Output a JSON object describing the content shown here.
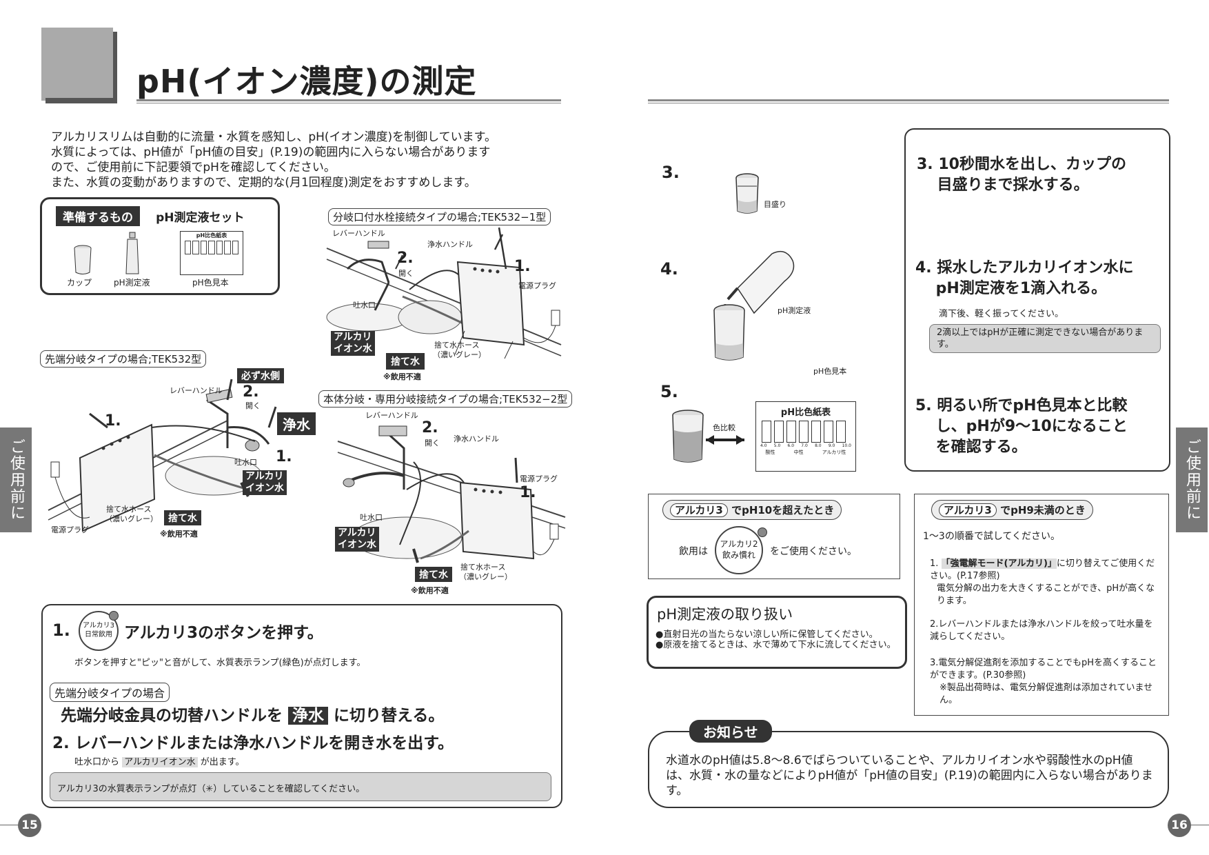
{
  "title": "pH(イオン濃度)の測定",
  "intro": [
    "アルカリスリムは自動的に流量・水質を感知し、pH(イオン濃度)を制御しています。",
    "水質によっては、pH値が「pH値の目安」(P.19)の範囲内に入らない場合があります",
    "ので、ご使用前に下記要領でpHを確認してください。",
    "また、水質の変動がありますので、定期的な(月1回程度)測定をおすすめします。"
  ],
  "prep": {
    "label": "準備するもの",
    "set_name": "pH測定液セット",
    "items": [
      "カップ",
      "pH測定液",
      "pH色見本"
    ],
    "chart_caption": "pH比色紙表"
  },
  "types": {
    "tek532_1": "分岐口付水栓接続タイプの場合;TEK532−1型",
    "tek532": "先端分岐タイプの場合;TEK532型",
    "tek532_2": "本体分岐・専用分岐接続タイプの場合;TEK532−2型"
  },
  "diagram_labels": {
    "lever": "レバーハンドル",
    "purify_handle": "浄水ハンドル",
    "outlet": "吐水口",
    "power_plug": "電源プラグ",
    "drain_hose_1": "捨て水ホース",
    "drain_hose_2": "（濃いグレー）",
    "alkali": "アルカリ",
    "ion_water": "イオン水",
    "waste": "捨て水",
    "not_drinkable": "※飲用不適",
    "must_water": "必ず水側",
    "purify": "浄水",
    "open": "開く",
    "n1": "1.",
    "n2": "2."
  },
  "step1": {
    "num": "1.",
    "btn_top": "アルカリ3",
    "btn_bottom": "日常飲用",
    "title": "アルカリ3のボタンを押す。",
    "desc": "ボタンを押すと\"ピッ\"と音がして、水質表示ランプ(緑色)が点灯します。"
  },
  "tip_type": "先端分岐タイプの場合",
  "tip_text_1": "先端分岐金具の切替ハンドルを",
  "tip_highlight": "浄水",
  "tip_text_2": "に切り替える。",
  "step2": {
    "title": "2. レバーハンドルまたは浄水ハンドルを開き水を出す。",
    "desc_1": "吐水口から",
    "desc_hl": "アルカリイオン水",
    "desc_2": "が出ます。",
    "note": "アルカリ3の水質表示ランプが点灯（✳）していることを確認してください。"
  },
  "right_steps": {
    "n3": "3.",
    "n4": "4.",
    "n5": "5.",
    "mark": "目盛り",
    "reagent": "pH測定液",
    "color_sample": "pH色見本",
    "compare": "色比較",
    "chart_title": "pH比色紙表",
    "chart_scale": [
      "4.0",
      "5.0",
      "6.0",
      "7.0",
      "8.0",
      "9.0",
      "10.0"
    ],
    "chart_acid": "酸性",
    "chart_neutral": "中性",
    "chart_alkali": "アルカリ性"
  },
  "box_steps": {
    "s3": "3. 10秒間水を出し、カップの\n　 目盛りまで採水する。",
    "s4": "4. 採水したアルカリイオン水に\n　 pH測定液を1滴入れる。",
    "s4_desc": "滴下後、軽く振ってください。",
    "s4_note": "2滴以上ではpHが正確に測定できない場合があります。",
    "s5": "5. 明るい所でpH色見本と比較\n　 し、pHが9〜10になること\n　 を確認する。"
  },
  "over10": {
    "pill": "アルカリ3",
    "title": "でpH10を超えたとき",
    "text_1": "飲用は",
    "btn_top": "アルカリ2",
    "btn_bottom": "飲み慣れ",
    "text_2": "をご使用ください。"
  },
  "under9": {
    "pill": "アルカリ3",
    "title": "でpH9未満のとき",
    "lead": "1〜3の順番で試してください。",
    "i1_bold": "「強電解モード(アルカリ)」",
    "i1_rest": "に切り替えてご使用ください。(P.17参照)",
    "i1_sub": "電気分解の出力を大きくすることができ、pHが高くなります。",
    "i2": "2.レバーハンドルまたは浄水ハンドルを絞って吐水量を減らしてください。",
    "i3": "3.電気分解促進剤を添加することでもpHを高くすることができます。(P.30参照)",
    "i3_note": "※製品出荷時は、電気分解促進剤は添加されていません。",
    "i1_num": "1."
  },
  "handling": {
    "title": "pH測定液の取り扱い",
    "b1": "●直射日光の当たらない涼しい所に保管してください。",
    "b2": "●原液を捨てるときは、水で薄めて下水に流してください。"
  },
  "notice": {
    "label": "お知らせ",
    "text": "水道水のpH値は5.8〜8.6でばらついていることや、アルカリイオン水や弱酸性水のpH値は、水質・水の量などによりpH値が「pH値の目安」(P.19)の範囲内に入らない場合があります。"
  },
  "side_tab": "ご使用前に",
  "page_left": "15",
  "page_right": "16"
}
